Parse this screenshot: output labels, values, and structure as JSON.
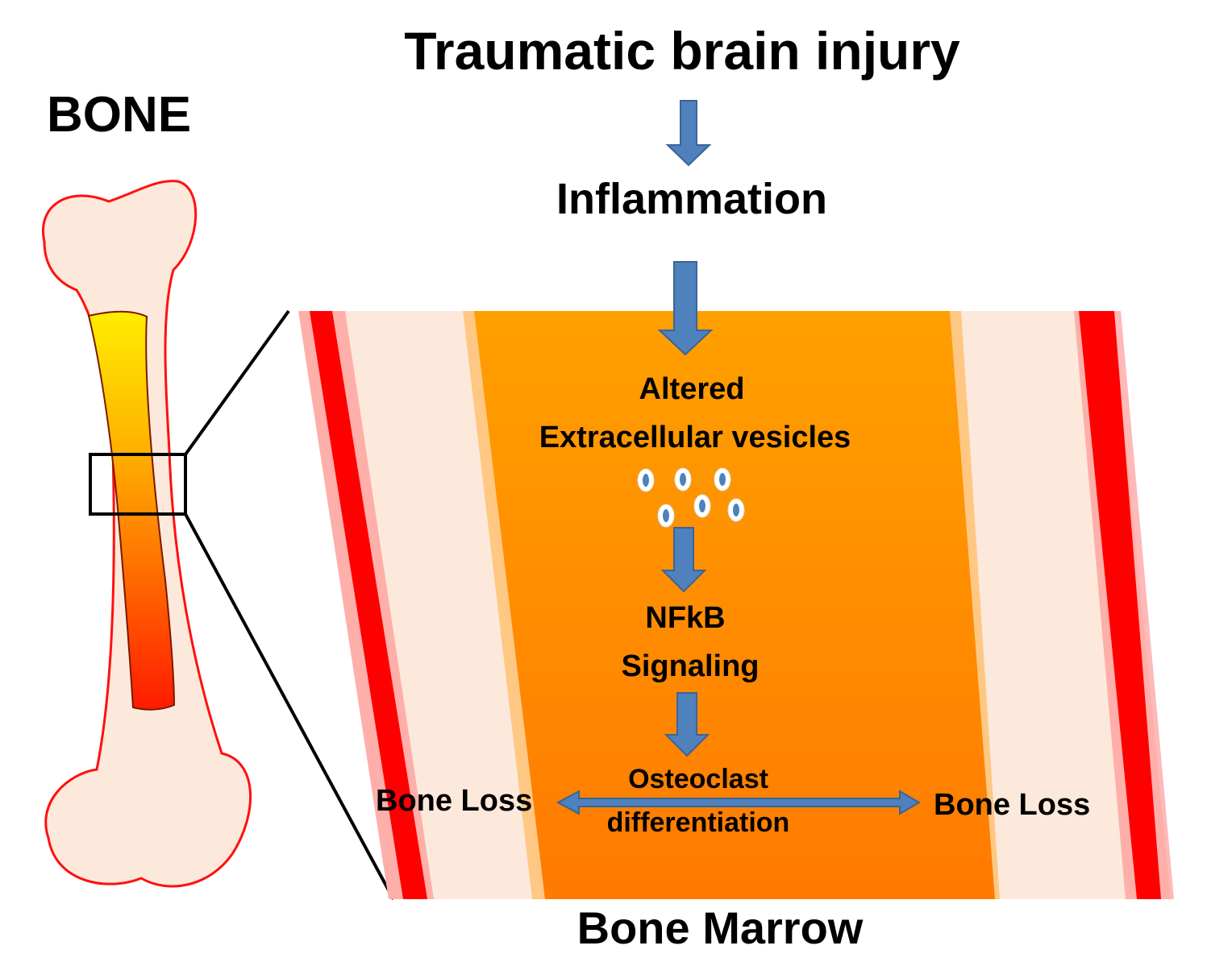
{
  "title": "Traumatic brain injury",
  "bone_label": "BONE",
  "steps": {
    "inflammation": "Inflammation",
    "vesicles_line1": "Altered",
    "vesicles_line2": "Extracellular vesicles",
    "nfkb_line1": "NFkB",
    "nfkb_line2": "Signaling",
    "osteoclast_line1": "Osteoclast",
    "osteoclast_line2": "differentiation"
  },
  "outcomes": {
    "left": "Bone Loss",
    "right": "Bone Loss"
  },
  "region_label": "Bone Marrow",
  "colors": {
    "arrow_fill": "#4f81bd",
    "arrow_stroke": "#3a6496",
    "cortex_red": "#ff0000",
    "bone_fill": "#fde9dc",
    "marrow_orange": "#ff8a00",
    "marrow_yellow": "#ffe600"
  }
}
